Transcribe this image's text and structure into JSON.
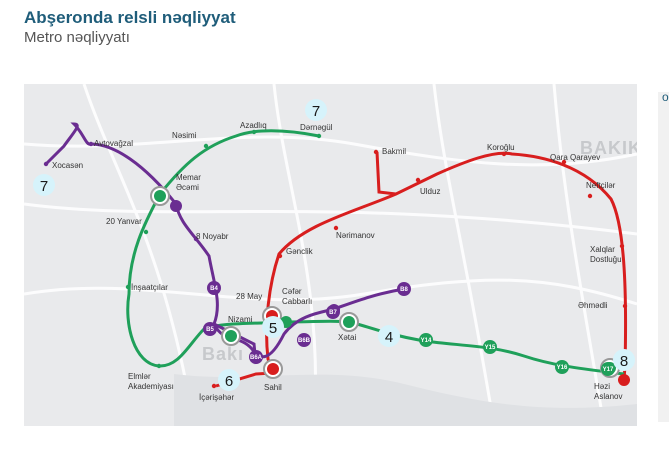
{
  "header": {
    "title": "Abşeronda relsli nəqliyyat",
    "subtitle": "Metro nəqliyyatı"
  },
  "colors": {
    "red_line": "#d81e1e",
    "green_line": "#1fa05a",
    "purple_line": "#6a2d91",
    "badge": "#d6f3fb",
    "map_bg": "#e9eaec"
  },
  "map": {
    "district_labels": {
      "baku": "Bakı",
      "bakik": "BAKIK"
    },
    "stations": {
      "avtovagzal": "Avtovağzal",
      "xocasen": "Xocasən",
      "nasimi": "Nəsimi",
      "azadliq": "Azadlıq",
      "darnagul": "Dərnəgül",
      "memar_ajami": "Memar\nƏcəmi",
      "yanvar20": "20 Yanvar",
      "noyabr8": "8 Noyabr",
      "insaatcilar": "İnşaatçılar",
      "may28": "28 May",
      "cafar_cabbarli": "Cəfər\nCabbarlı",
      "nizami": "Nizami",
      "elmlar": "Elmlər\nAkademiyası",
      "icarisahar": "İçərişəhər",
      "sahil": "Sahil",
      "xatai": "Xətai",
      "ganclik": "Gənclik",
      "narimanov": "Nərimanov",
      "bakmil": "Bakmil",
      "ulduz": "Ulduz",
      "koroglu": "Koroğlu",
      "qara_qarayev": "Qara Qarayev",
      "neftcilar": "Neftçilər",
      "xalqlar": "Xalqlar\nDostluğu",
      "ahmadli": "Əhmədli",
      "hazi_aslanov": "Həzi\nAslanov"
    },
    "codes": {
      "b4": "B4",
      "b5": "B5",
      "b6a": "B6A",
      "b6b": "B6B",
      "b7": "B7",
      "b8": "B8",
      "y14": "Y14",
      "y15": "Y15",
      "y16": "Y16",
      "y17": "Y17"
    },
    "line_badges": {
      "b7_left": "7",
      "b7_top": "7",
      "b5": "5",
      "b4": "4",
      "b6": "6",
      "b8": "8"
    }
  }
}
